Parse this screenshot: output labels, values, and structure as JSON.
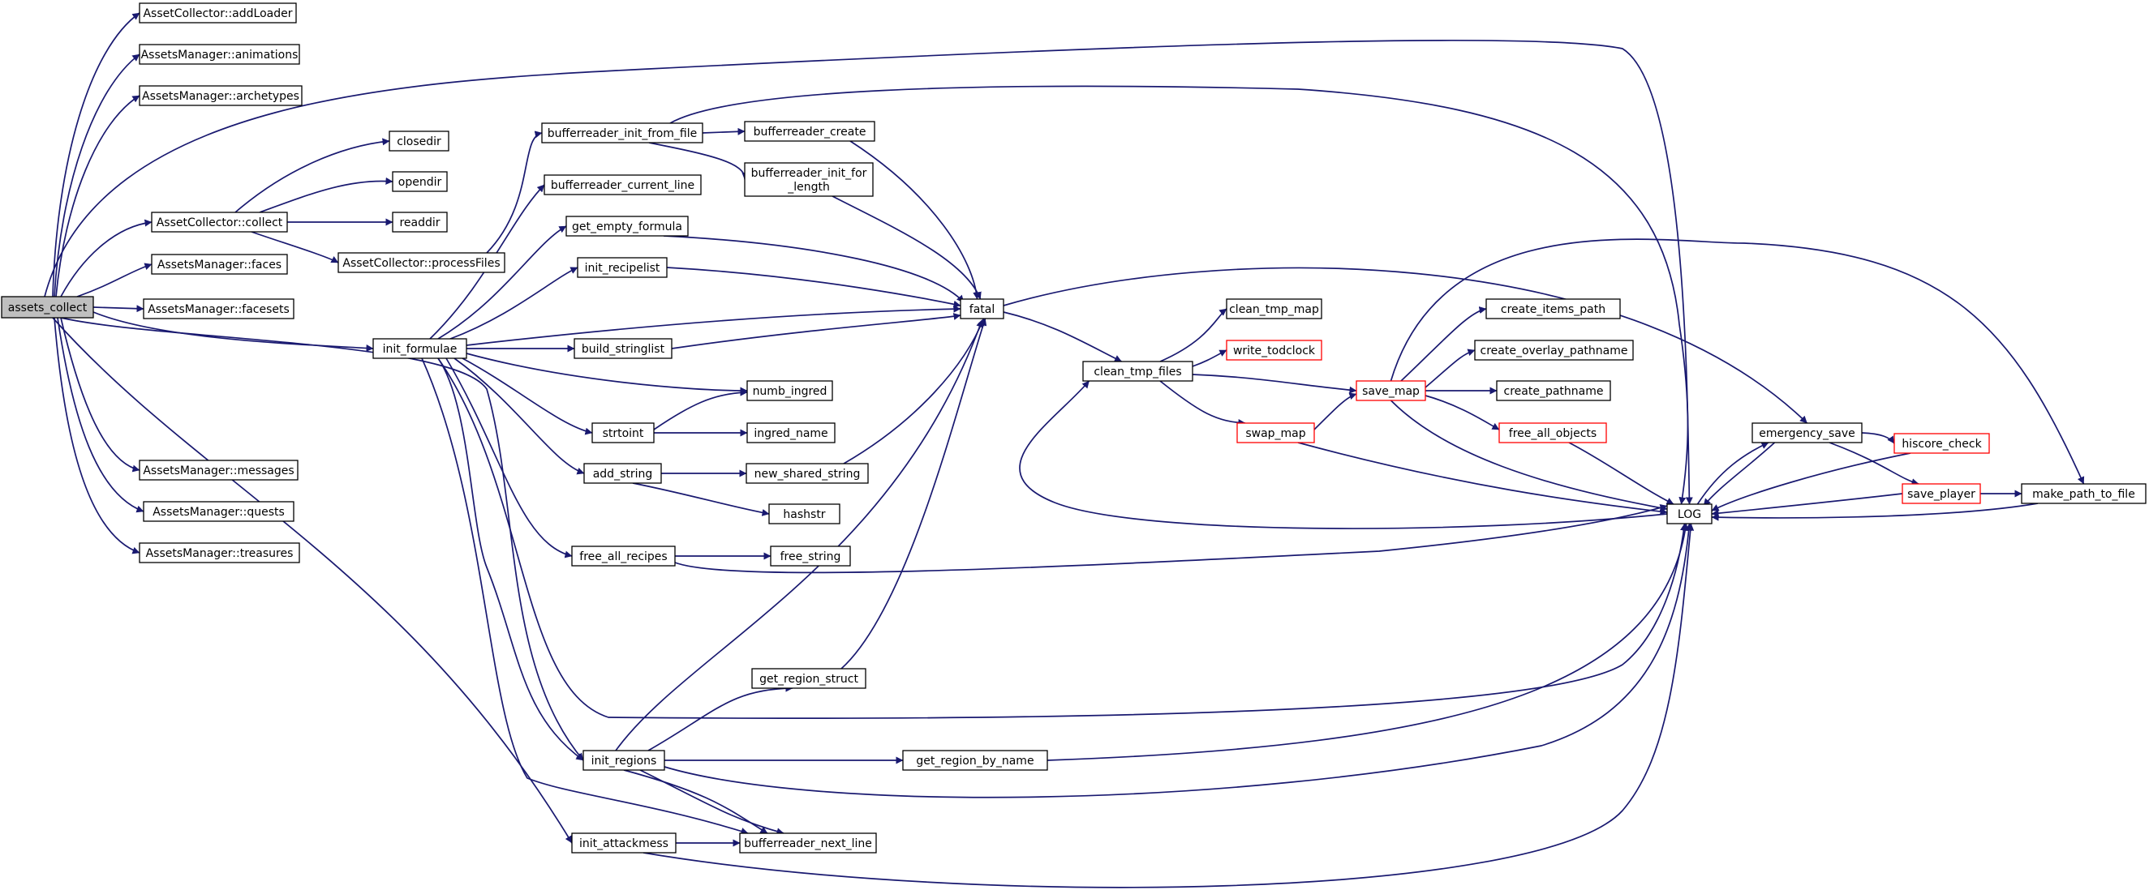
{
  "graph": {
    "colors": {
      "edge": "#191970",
      "node_border": "#000000",
      "truncated_border": "#ff0000",
      "root_fill": "#bfbfbf",
      "node_fill": "#ffffff"
    },
    "nodes": [
      {
        "id": "assets_collect",
        "label": "assets_collect",
        "style": "root"
      },
      {
        "id": "addLoader",
        "label": "AssetCollector::addLoader"
      },
      {
        "id": "animations",
        "label": "AssetsManager::animations"
      },
      {
        "id": "archetypes",
        "label": "AssetsManager::archetypes"
      },
      {
        "id": "collect",
        "label": "AssetCollector::collect"
      },
      {
        "id": "faces",
        "label": "AssetsManager::faces"
      },
      {
        "id": "facesets",
        "label": "AssetsManager::facesets"
      },
      {
        "id": "messages",
        "label": "AssetsManager::messages"
      },
      {
        "id": "quests",
        "label": "AssetsManager::quests"
      },
      {
        "id": "treasures",
        "label": "AssetsManager::treasures"
      },
      {
        "id": "closedir",
        "label": "closedir"
      },
      {
        "id": "opendir",
        "label": "opendir"
      },
      {
        "id": "readdir",
        "label": "readdir"
      },
      {
        "id": "processFiles",
        "label": "AssetCollector::processFiles"
      },
      {
        "id": "init_formulae",
        "label": "init_formulae"
      },
      {
        "id": "init_regions",
        "label": "init_regions"
      },
      {
        "id": "init_attackmess",
        "label": "init_attackmess"
      },
      {
        "id": "br_init_from_file",
        "label": "bufferreader_init_from_file"
      },
      {
        "id": "br_current_line",
        "label": "bufferreader_current_line"
      },
      {
        "id": "get_empty_formula",
        "label": "get_empty_formula"
      },
      {
        "id": "init_recipelist",
        "label": "init_recipelist"
      },
      {
        "id": "build_stringlist",
        "label": "build_stringlist"
      },
      {
        "id": "numb_ingred",
        "label": "numb_ingred"
      },
      {
        "id": "strtoint",
        "label": "strtoint"
      },
      {
        "id": "ingred_name",
        "label": "ingred_name"
      },
      {
        "id": "add_string",
        "label": "add_string"
      },
      {
        "id": "new_shared_string",
        "label": "new_shared_string"
      },
      {
        "id": "hashstr",
        "label": "hashstr"
      },
      {
        "id": "free_all_recipes",
        "label": "free_all_recipes"
      },
      {
        "id": "free_string",
        "label": "free_string"
      },
      {
        "id": "br_create",
        "label": "bufferreader_create"
      },
      {
        "id": "br_init_for_length",
        "label": [
          "bufferreader_init_for",
          "_length"
        ]
      },
      {
        "id": "fatal",
        "label": "fatal"
      },
      {
        "id": "get_region_struct",
        "label": "get_region_struct"
      },
      {
        "id": "get_region_by_name",
        "label": "get_region_by_name"
      },
      {
        "id": "br_next_line",
        "label": "bufferreader_next_line"
      },
      {
        "id": "clean_tmp_files",
        "label": "clean_tmp_files"
      },
      {
        "id": "clean_tmp_map",
        "label": "clean_tmp_map"
      },
      {
        "id": "write_todclock",
        "label": "write_todclock",
        "style": "truncated"
      },
      {
        "id": "save_map",
        "label": "save_map",
        "style": "truncated"
      },
      {
        "id": "swap_map",
        "label": "swap_map",
        "style": "truncated"
      },
      {
        "id": "create_items_path",
        "label": "create_items_path"
      },
      {
        "id": "create_overlay_pathname",
        "label": "create_overlay_pathname"
      },
      {
        "id": "create_pathname",
        "label": "create_pathname"
      },
      {
        "id": "free_all_objects",
        "label": "free_all_objects",
        "style": "truncated"
      },
      {
        "id": "LOG",
        "label": "LOG"
      },
      {
        "id": "emergency_save",
        "label": "emergency_save"
      },
      {
        "id": "hiscore_check",
        "label": "hiscore_check",
        "style": "truncated"
      },
      {
        "id": "save_player",
        "label": "save_player",
        "style": "truncated"
      },
      {
        "id": "make_path_to_file",
        "label": "make_path_to_file"
      }
    ]
  }
}
